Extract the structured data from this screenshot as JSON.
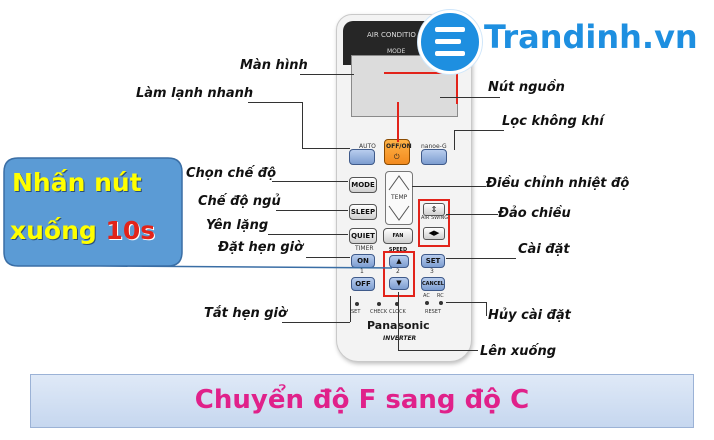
{
  "logo": {
    "text": "Trandinh.vn"
  },
  "callout": {
    "line1": "Nhấn nút",
    "line2": "xuống",
    "highlight": "10s"
  },
  "remote": {
    "header": "AIR CONDITIO",
    "mode": "MODE",
    "auto": "AUTO",
    "offon": "OFF/ON",
    "nanoe": "nanoe-G",
    "btn_mode": "MODE",
    "temp": "TEMP",
    "btn_sleep": "SLEEP",
    "air_swing": "AIR SWING",
    "btn_quiet": "QUIET",
    "btn_fanspeed": "FAN SPEED",
    "timer": "TIMER",
    "on": "ON",
    "off": "OFF",
    "set": "SET",
    "cancel": "CANCEL",
    "num1": "1",
    "num2": "2",
    "num3": "3",
    "ac": "AC",
    "rc": "RC",
    "set_small": "SET",
    "check": "CHECK",
    "clock": "CLOCK",
    "reset": "RESET",
    "brand": "Panasonic",
    "inverter": "INVERTER"
  },
  "labels": {
    "man_hinh": "Màn hình",
    "lam_lanh": "Làm lạnh nhanh",
    "nut_nguon": "Nút nguồn",
    "loc_khi": "Lọc không khí",
    "chon_che_do": "Chọn chế độ",
    "che_do_ngu": "Chế độ ngủ",
    "yen_lang": "Yên lặng",
    "dat_hen_gio": "Đặt hẹn giờ",
    "dieu_chinh": "Điều chỉnh nhiệt độ",
    "dao_chieu": "Đảo chiều",
    "cai_dat": "Cài đặt",
    "tat_hen_gio": "Tắt hẹn giờ",
    "huy_cai_dat": "Hủy cài đặt",
    "len_xuong": "Lên xuống"
  },
  "banner": {
    "title": "Chuyển độ F sang độ C"
  },
  "colors": {
    "accent_blue": "#1e8fe0",
    "red": "#e2231a",
    "banner_text": "#e0218a",
    "callout_fill": "#5b9bd5",
    "callout_text": "#ffff00"
  }
}
